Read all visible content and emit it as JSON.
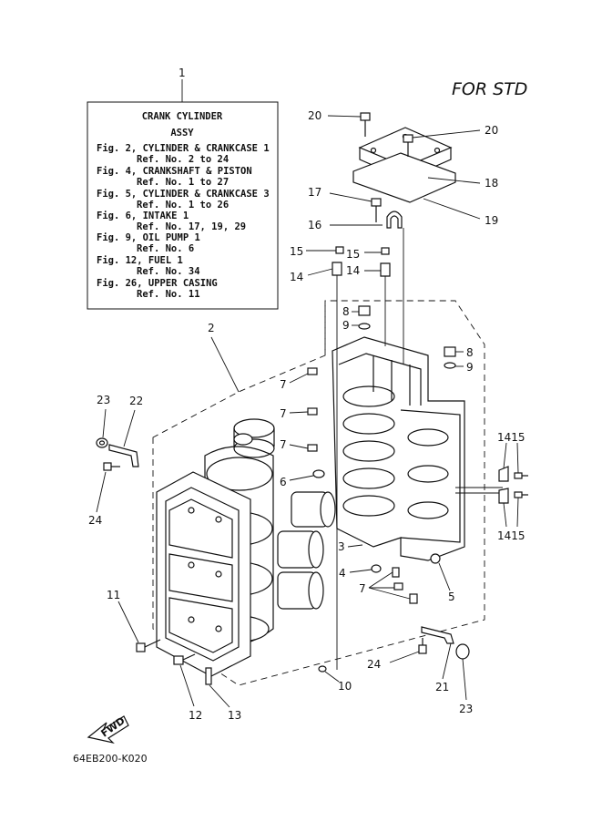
{
  "header": {
    "for_std": "FOR STD"
  },
  "reference_box": {
    "callout": "1",
    "title": "CRANK CYLINDER",
    "subtitle": "ASSY",
    "lines": [
      "Fig. 2, CYLINDER & CRANKCASE 1",
      "Ref. No. 2 to 24",
      "Fig. 4, CRANKSHAFT & PISTON",
      "Ref. No. 1 to 27",
      "Fig. 5, CYLINDER & CRANKCASE 3",
      "Ref. No. 1 to 26",
      "Fig. 6, INTAKE 1",
      "Ref. No. 17, 19, 29",
      "Fig. 9, OIL PUMP 1",
      "Ref. No. 6",
      "Fig. 12, FUEL 1",
      "Ref. No. 34",
      "Fig. 26, UPPER CASING",
      "Ref. No. 11"
    ]
  },
  "callouts": {
    "c2": "2",
    "c3": "3",
    "c4": "4",
    "c5": "5",
    "c6": "6",
    "c7a": "7",
    "c7b": "7",
    "c7c": "7",
    "c7d": "7",
    "c8a": "8",
    "c8b": "8",
    "c9a": "9",
    "c9b": "9",
    "c10": "10",
    "c11": "11",
    "c12": "12",
    "c13": "13",
    "c14a": "14",
    "c14b": "14",
    "c1415a": "1415",
    "c1415b": "1415",
    "c15a": "15",
    "c15b": "15",
    "c16": "16",
    "c17": "17",
    "c18": "18",
    "c19": "19",
    "c20a": "20",
    "c20b": "20",
    "c21": "21",
    "c22": "22",
    "c23a": "23",
    "c23b": "23",
    "c24a": "24",
    "c24b": "24"
  },
  "fwd_label": "FWD",
  "diagram_code": "64EB200-K020"
}
